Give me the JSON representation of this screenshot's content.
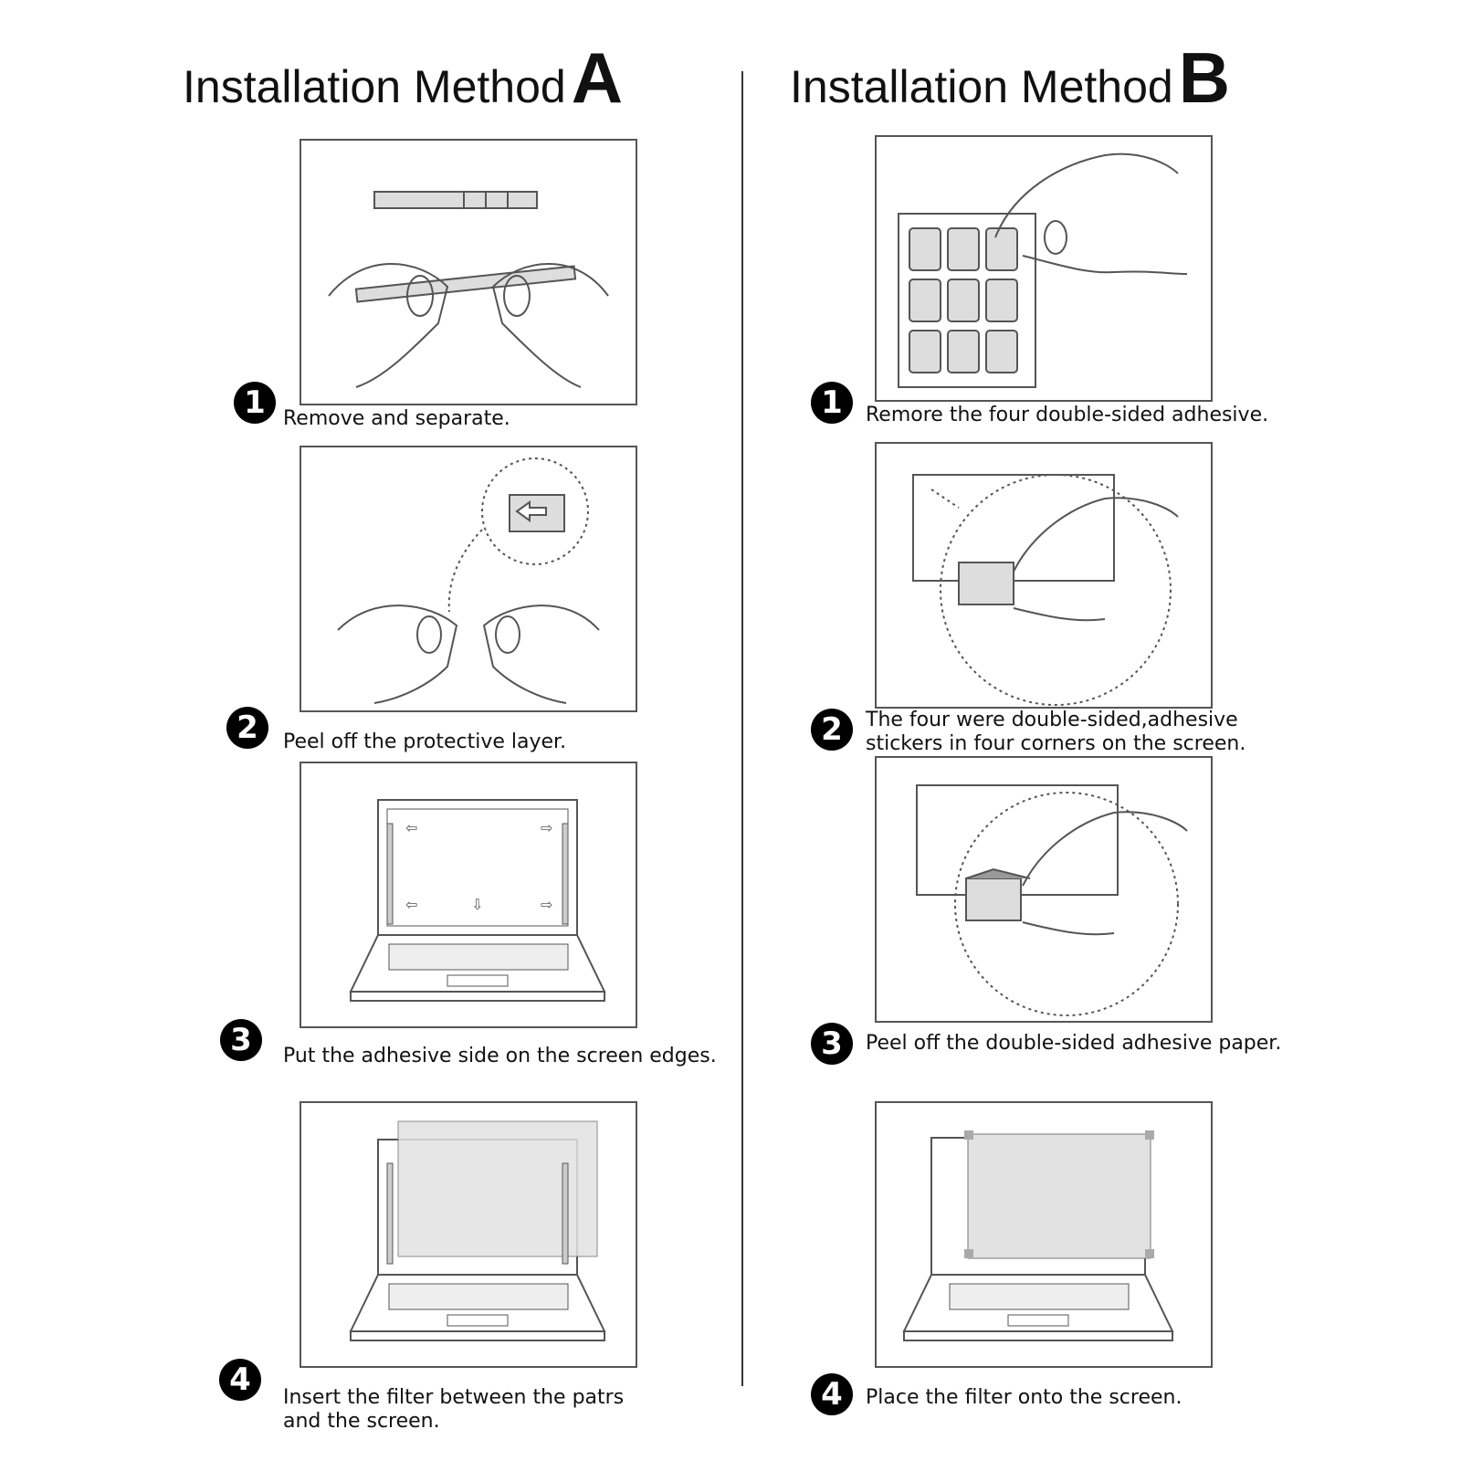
{
  "method_a": {
    "title": "Installation Method",
    "letter": "A",
    "steps": [
      {
        "number": "1",
        "text": "Remove and separate."
      },
      {
        "number": "2",
        "text": "Peel off the protective layer."
      },
      {
        "number": "3",
        "text": "Put  the adhesive side on the screen edges."
      },
      {
        "number": "4",
        "text": "Insert the filter between the patrs\nand the  screen."
      }
    ]
  },
  "method_b": {
    "title": "Installation Method",
    "letter": "B",
    "steps": [
      {
        "number": "1",
        "text": "Remore the four double-sided adhesive."
      },
      {
        "number": "2",
        "text": "The four were double-sided,adhesive\nstickers in four corners on the screen."
      },
      {
        "number": "3",
        "text": "Peel off the double-sided adhesive paper."
      },
      {
        "number": "4",
        "text": "Place  the filter onto the screen."
      }
    ]
  },
  "colors": {
    "line": "#555555",
    "fill": "#dddddd",
    "badge": "#000000"
  }
}
